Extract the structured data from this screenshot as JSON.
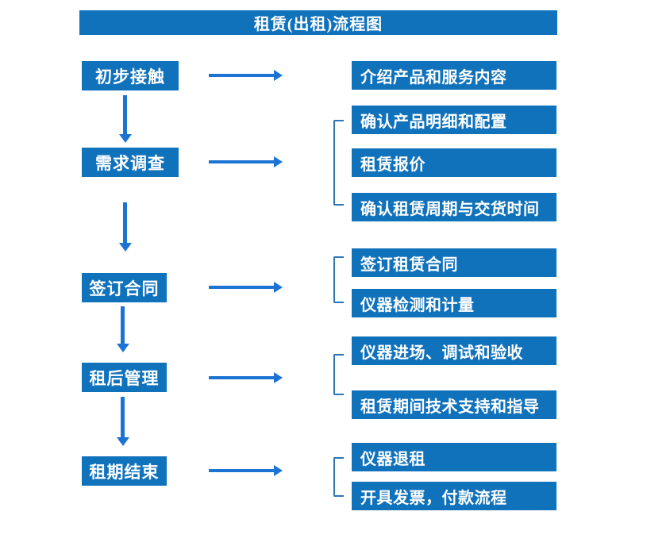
{
  "title": "租赁(出租)流程图",
  "colors": {
    "box_blue": "#1172BC",
    "arrow_blue": "#1B74D4",
    "bracket_blue": "#2E75B6",
    "text_white": "#FFFFFF",
    "page_bg": "#FFFFFF"
  },
  "steps": [
    {
      "label": "初步接触",
      "outputs": [
        "介绍产品和服务内容"
      ]
    },
    {
      "label": "需求调查",
      "outputs": [
        "确认产品明细和配置",
        "租赁报价",
        "确认租赁周期与交货时间"
      ]
    },
    {
      "label": "签订合同",
      "outputs": [
        "签订租赁合同",
        "仪器检测和计量"
      ]
    },
    {
      "label": "租后管理",
      "outputs": [
        "仪器进场、调试和验收",
        "租赁期间技术支持和指导"
      ]
    },
    {
      "label": "租期结束",
      "outputs": [
        "仪器退租",
        "开具发票，付款流程"
      ]
    }
  ]
}
